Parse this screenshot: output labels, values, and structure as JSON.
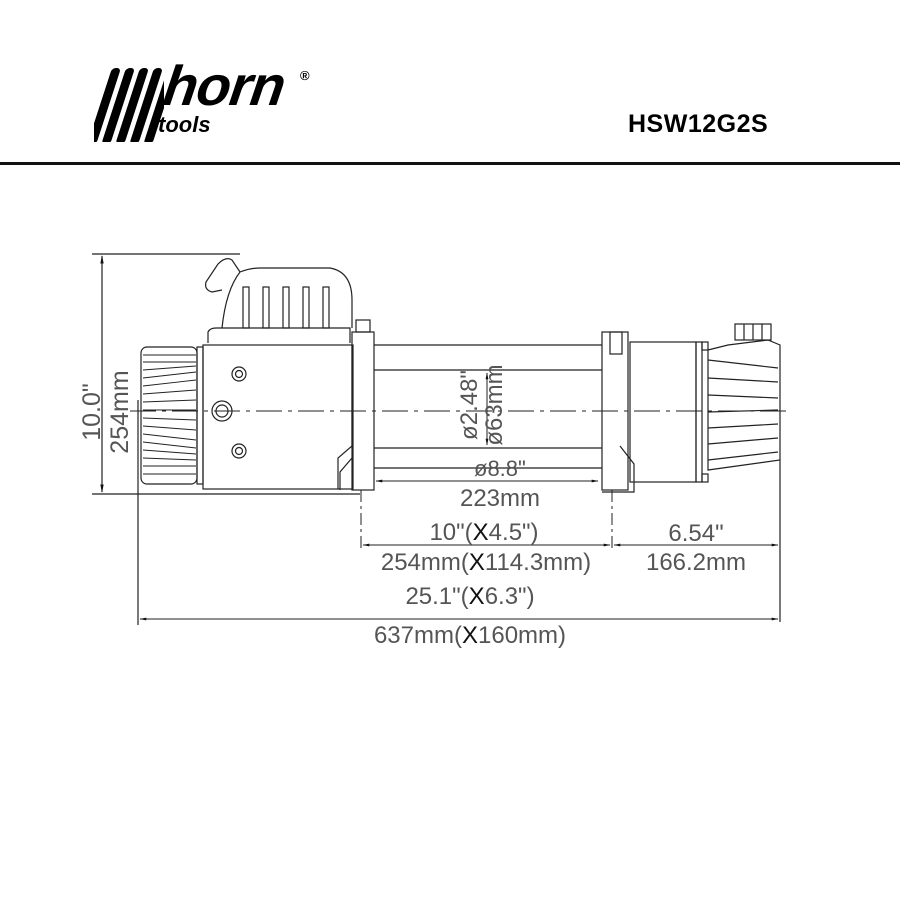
{
  "header": {
    "brand_name": "horn",
    "brand_sub": "tools",
    "registered_mark": "®",
    "model_code": "HSW12G2S"
  },
  "drawing": {
    "title": "Winch side-view dimension drawing",
    "colors": {
      "line": "#222222",
      "dim_text": "#555555",
      "rule": "#111111"
    },
    "height_dimension": {
      "inches": "10.0\"",
      "mm": "254mm"
    },
    "drum_diameter": {
      "inches": "ø2.48\"",
      "mm": "ø63mm"
    },
    "flange_diameter": {
      "inches": "ø8.8\""
    },
    "drum_length": {
      "mm": "223mm"
    },
    "mount_spacing": {
      "inches": "10\"(",
      "x_symbol": "X",
      "inches_b": "4.5\")",
      "mm": "254mm(",
      "mm_b": "114.3mm)"
    },
    "motor_length": {
      "inches": "6.54\"",
      "mm": "166.2mm"
    },
    "overall_length": {
      "inches": "25.1\"(",
      "x_symbol": "X",
      "inches_b": "6.3\")",
      "mm": "637mm(",
      "mm_b": "160mm)"
    }
  }
}
